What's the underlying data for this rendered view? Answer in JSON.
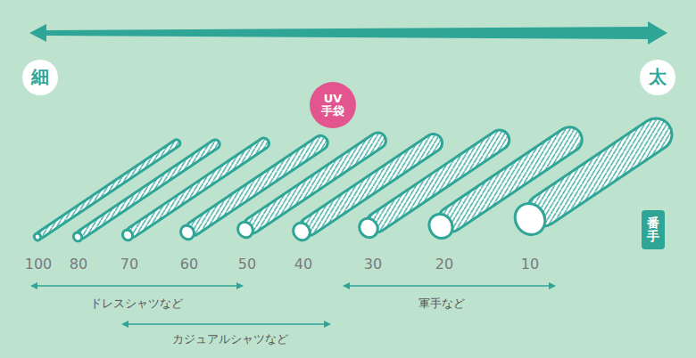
{
  "diagram": {
    "nodes": [
      {
        "text": [
          "細"
        ]
      },
      {
        "text": [
          "太"
        ]
      },
      {
        "text": [
          "UV 手袋"
        ]
      },
      {
        "text": [
          "番手"
        ]
      }
    ],
    "labels": [
      "100",
      "80",
      "70",
      "60",
      "50",
      "40",
      "30",
      "20",
      "10",
      "ドレスシャツなど",
      "軍手など",
      "カジュアルシャツなど"
    ]
  }
}
